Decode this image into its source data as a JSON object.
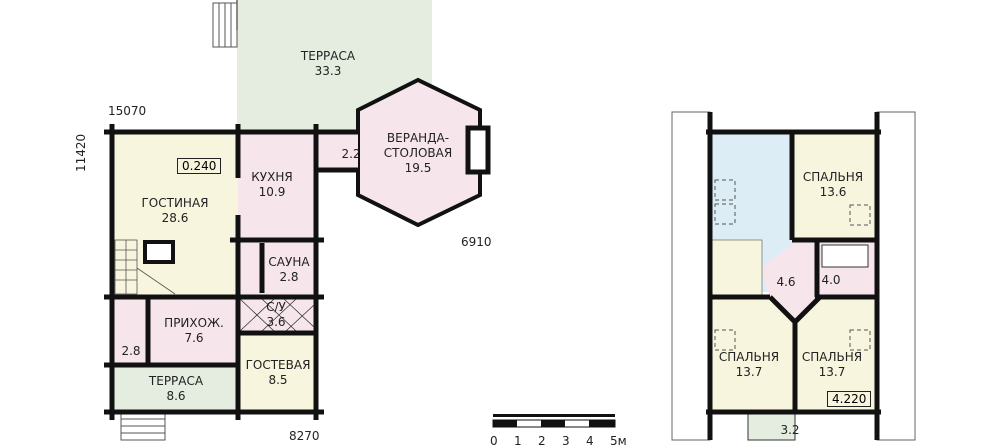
{
  "colors": {
    "living": "#f7f5dd",
    "wet": "#f6e6ec",
    "terrace": "#e4ede0",
    "void": "#dcedf6",
    "wall": "#111111"
  },
  "ground_floor": {
    "dims": {
      "width_top": "15070",
      "height_left": "11420",
      "right": "6910",
      "bottom": "8270"
    },
    "level": "0.240",
    "rooms": [
      {
        "name": "ТЕРРАСА",
        "area": "33.3"
      },
      {
        "name": "ВЕРАНДА-",
        "name2": "СТОЛОВАЯ",
        "area": "19.5"
      },
      {
        "name": "",
        "area": "2.2"
      },
      {
        "name": "КУХНЯ",
        "area": "10.9"
      },
      {
        "name": "ГОСТИНАЯ",
        "area": "28.6"
      },
      {
        "name": "САУНА",
        "area": "2.8"
      },
      {
        "name": "С/У",
        "area": "3.6"
      },
      {
        "name": "ПРИХОЖ.",
        "area": "7.6"
      },
      {
        "name": "",
        "area": "2.8"
      },
      {
        "name": "ГОСТЕВАЯ",
        "area": "8.5"
      },
      {
        "name": "ТЕРРАСА",
        "area": "8.6"
      }
    ]
  },
  "second_floor": {
    "level": "4.220",
    "rooms": [
      {
        "name": "СПАЛЬНЯ",
        "area": "13.6"
      },
      {
        "name": "",
        "area": "4.6"
      },
      {
        "name": "",
        "area": "4.0"
      },
      {
        "name": "СПАЛЬНЯ",
        "area": "13.7"
      },
      {
        "name": "СПАЛЬНЯ",
        "area": "13.7"
      },
      {
        "name": "",
        "area": "3.2"
      }
    ]
  },
  "scale": {
    "ticks": [
      "0",
      "1",
      "2",
      "3",
      "4",
      "5м"
    ]
  }
}
